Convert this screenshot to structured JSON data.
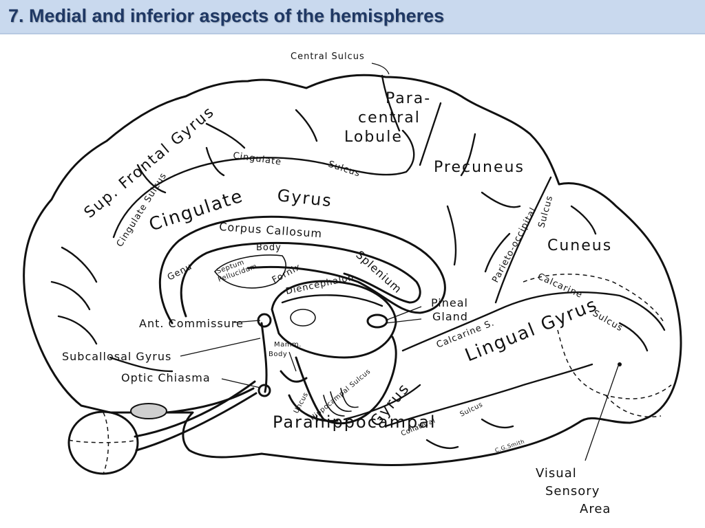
{
  "slide": {
    "title": "7. Medial and inferior aspects of the hemispheres"
  },
  "labels": {
    "central_sulcus": "Central Sulcus",
    "para": "Para-",
    "central": "central",
    "lobule": "Lobule",
    "sup_frontal_gyrus": "Sup. Frontal Gyrus",
    "cingulate_top": "Cingulate",
    "sulcus_top": "Sulcus",
    "precuneus": "Precuneus",
    "cingulate_sulcus": "Cingulate Sulcus",
    "cingulate_gyrus_1": "Cingulate",
    "cingulate_gyrus_2": "Gyrus",
    "corpus_callosum": "Corpus Callosum",
    "body": "Body",
    "genu": "Genu",
    "septum": "Septum",
    "pellucidum": "Pellucidum",
    "fornix": "Fornix",
    "splenium": "Splenium",
    "parieto_occipital": "Parieto-occipital",
    "sulcus_po": "Sulcus",
    "cuneus": "Cuneus",
    "calcarine": "Calcarine",
    "sulcus_calc": "Sulcus",
    "diencephalon": "Diencephalon",
    "pineal": "Pineal",
    "gland": "Gland",
    "ant_commissure": "Ant. Commissure",
    "calcarine_s": "Calcarine S.",
    "lingual_gyrus": "Lingual Gyrus",
    "mamm": "Mamm.",
    "mamm_body": "Body",
    "subcallosal_gyrus": "Subcallosal  Gyrus",
    "optic_chiasma": "Optic Chiasma",
    "uncus": "Uncus",
    "hippocampal_sulcus": "Hippocampal Sulcus",
    "parahippocampal_1": "Parahippocampal",
    "parahippocampal_2": "Gyrus",
    "collateral": "Collateral",
    "sulcus_coll": "Sulcus",
    "signature": "C.G.Smith",
    "visual": "Visual",
    "sensory": "Sensory",
    "area": "Area"
  }
}
